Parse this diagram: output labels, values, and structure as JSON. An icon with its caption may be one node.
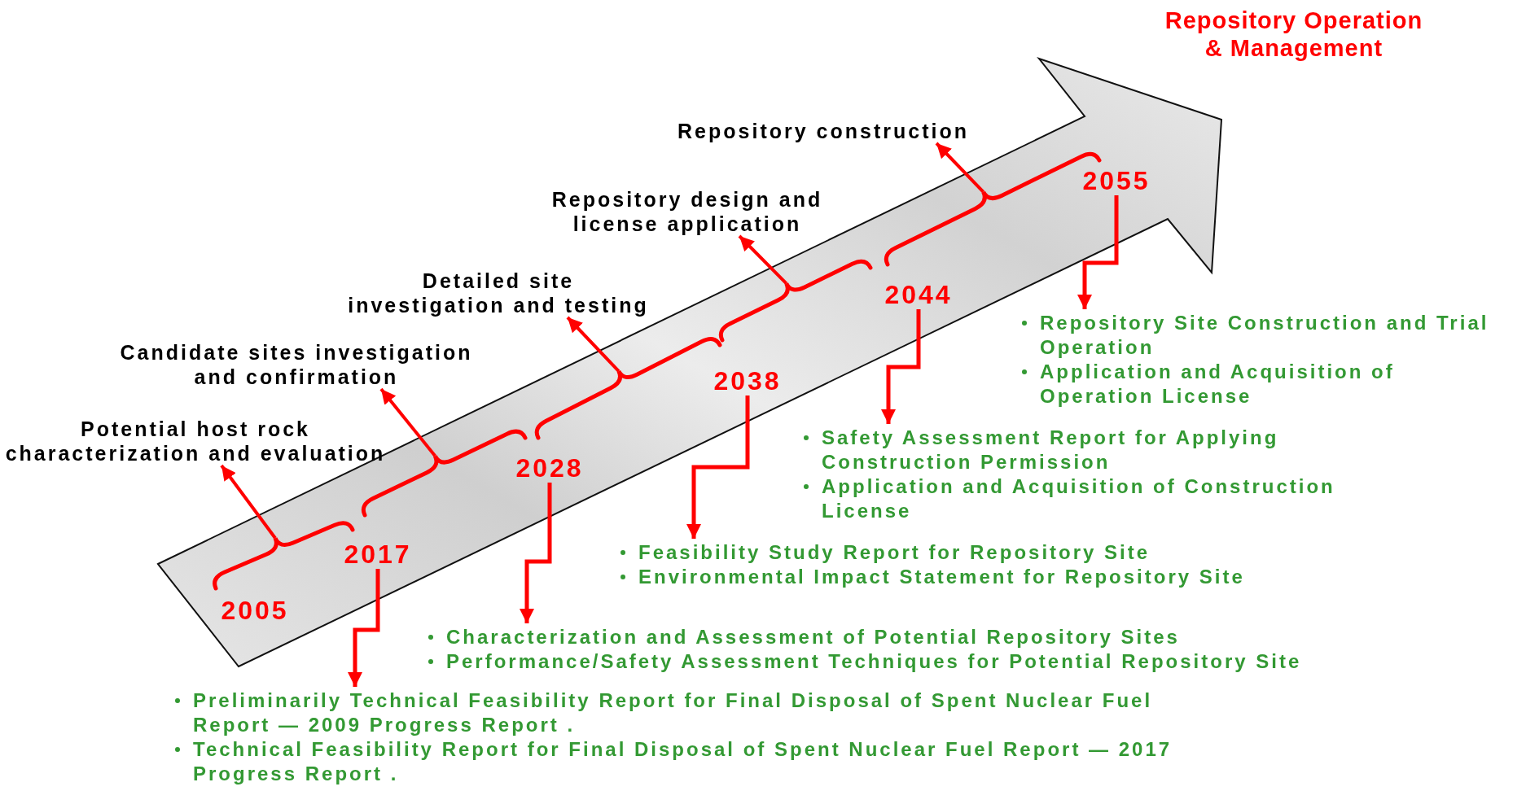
{
  "diagram": {
    "nodes": [
      {
        "text": [
          "Repository Operation & Management"
        ]
      },
      {
        "text": [
          "Repository construction"
        ]
      },
      {
        "text": [
          "Repository design and license application"
        ]
      },
      {
        "text": [
          "Detailed site investigation and testing"
        ]
      },
      {
        "text": [
          "Candidate sites investigation and confirmation"
        ]
      },
      {
        "text": [
          "Potential host rock characterization and evaluation"
        ]
      },
      {
        "text": [
          "2055"
        ]
      },
      {
        "text": [
          "Repository Site Construction and Trial Operation",
          "Application and Acquisition of Operation License"
        ]
      },
      {
        "text": [
          "2044"
        ]
      },
      {
        "text": [
          "Safety Assessment Report for Applying Construction Permission",
          "Application and Acquisition of Construction License"
        ]
      },
      {
        "text": [
          "2038"
        ]
      },
      {
        "text": [
          "Feasibility Study Report for Repository Site",
          "Environmental Impact Statement for Repository Site"
        ]
      },
      {
        "text": [
          "2028"
        ]
      },
      {
        "text": [
          "Characterization and Assessment of Potential Repository Sites",
          "Performance/Safety Assessment Techniques for Potential Repository Site"
        ]
      },
      {
        "text": [
          "2017"
        ]
      },
      {
        "text": [
          "2005"
        ]
      },
      {
        "text": [
          "Preliminarily Technical Feasibility Report for Final Disposal of Spent Nuclear Fuel Report — 2009 Progress Report .",
          "Technical Feasibility Report for Final Disposal of Spent Nuclear Fuel Report — 2017 Progress Report ."
        ]
      },
      {
        "text": [],
        "shape": "brace"
      },
      {
        "text": [],
        "shape": "brace"
      },
      {
        "text": [],
        "shape": "brace"
      },
      {
        "text": [],
        "shape": "brace"
      },
      {
        "text": [],
        "shape": "brace"
      }
    ],
    "edges": [
      {
        "from": 17,
        "to": 5,
        "arrow": "to"
      },
      {
        "from": 18,
        "to": 4,
        "arrow": "to"
      },
      {
        "from": 19,
        "to": 3,
        "arrow": "to"
      },
      {
        "from": 20,
        "to": 2,
        "arrow": "to"
      },
      {
        "from": 21,
        "to": 1,
        "arrow": "to"
      },
      {
        "from": 14,
        "to": 16,
        "arrow": "to"
      },
      {
        "from": 12,
        "to": 13,
        "arrow": "to"
      },
      {
        "from": 10,
        "to": 11,
        "arrow": "to"
      },
      {
        "from": 8,
        "to": 9,
        "arrow": "to"
      },
      {
        "from": 6,
        "to": 7,
        "arrow": "to"
      },
      {
        "from": null,
        "to": 0,
        "arrow": "to",
        "style": "thick"
      }
    ]
  }
}
